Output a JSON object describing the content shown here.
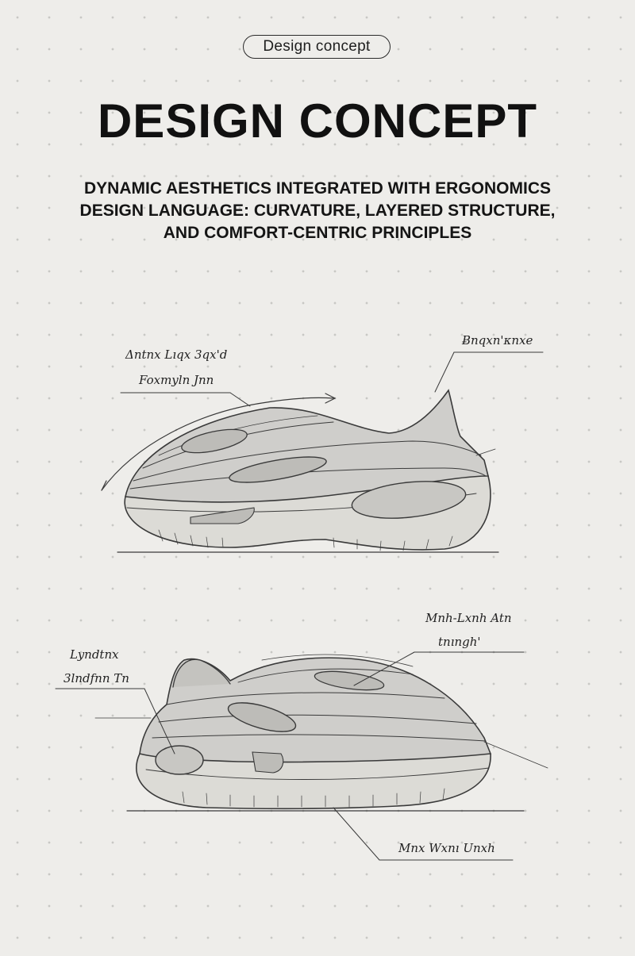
{
  "badge": "Design concept",
  "title": "DESIGN CONCEPT",
  "subtitle_lines": [
    "DYNAMIC AESTHETICS INTEGRATED WITH ERGONOMICS",
    "DESIGN LANGUAGE: CURVATURE, LAYERED STRUCTURE,",
    "AND COMFORT-CENTRIC PRINCIPLES"
  ],
  "annotations": {
    "top_left_line1": "Δntnx Lıqx 3qx'd",
    "top_left_line2": "Foxmyln Jnn",
    "top_right": "Ƀnqxn'κnxe",
    "bottom_left_line1": "Lyndtnx",
    "bottom_left_line2": "3lndfnn Tn",
    "bottom_right_line1": "Mnh-Lxnh Atn",
    "bottom_right_line2": "tnıngh'",
    "bottom_bottom": "Mnx Wxnı Unxh"
  }
}
